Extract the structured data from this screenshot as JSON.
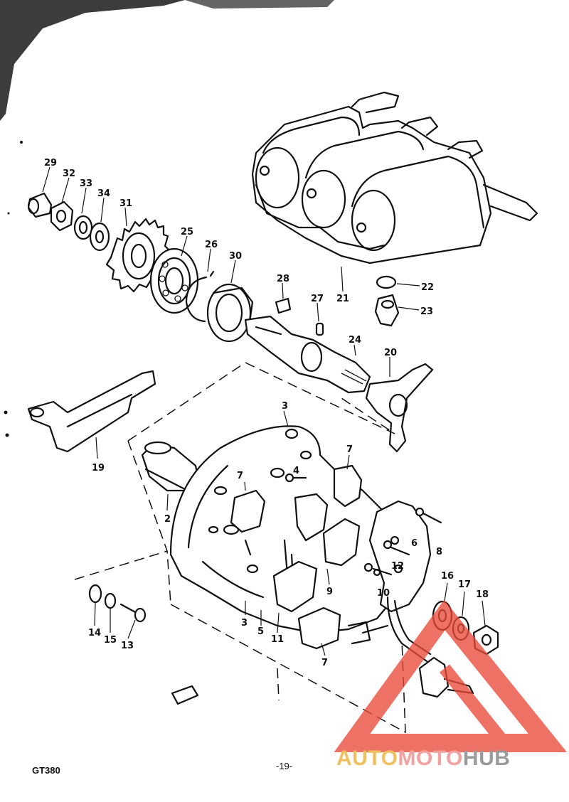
{
  "model_code": "GT380",
  "page_number": "-19-",
  "watermark": {
    "part1": "AUTO",
    "part2": "MOTO",
    "part3": "HUB",
    "color_part1": "#f0c060",
    "color_part2": "#f2a0a0",
    "color_part3": "#9a9a9a",
    "triangle_color": "#e84a3a"
  },
  "part_labels": {
    "p29": "29",
    "p32": "32",
    "p33": "33",
    "p34": "34",
    "p31": "31",
    "p25": "25",
    "p26": "26",
    "p30": "30",
    "p28": "28",
    "p27": "27",
    "p24": "24",
    "p20": "20",
    "p21": "21",
    "p22": "22",
    "p23": "23",
    "p19": "19",
    "p2": "2",
    "p3a": "3",
    "p3b": "3",
    "p7a": "7",
    "p7b": "7",
    "p7c": "7",
    "p4": "4",
    "p6": "6",
    "p8": "8",
    "p12": "12",
    "p10": "10",
    "p9": "9",
    "p11": "11",
    "p5": "5",
    "p16": "16",
    "p17": "17",
    "p18": "18",
    "p14": "14",
    "p15": "15",
    "p13": "13"
  }
}
